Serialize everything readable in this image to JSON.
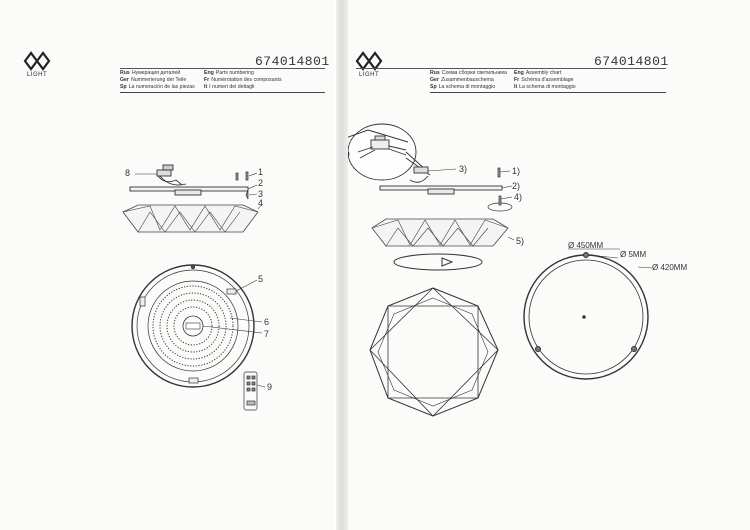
{
  "left_page": {
    "logo_text": "LIGHT",
    "model_number": "674014801",
    "languages": [
      {
        "code": "Rus",
        "text": "Нумерация деталей"
      },
      {
        "code": "Ger",
        "text": "Nummerierung der Teile"
      },
      {
        "code": "Sp",
        "text": "La numeración de las piezas"
      },
      {
        "code": "Eng",
        "text": "Parts numbering"
      },
      {
        "code": "Fr",
        "text": "Numérotation des composants"
      },
      {
        "code": "It",
        "text": "I numeri dei dettagli"
      }
    ],
    "callouts": [
      "8",
      "1",
      "2",
      "3",
      "4",
      "5",
      "6",
      "7",
      "9"
    ]
  },
  "right_page": {
    "logo_text": "LIGHT",
    "model_number": "674014801",
    "languages": [
      {
        "code": "Rus",
        "text": "Схема сборки светильника"
      },
      {
        "code": "Ger",
        "text": "Zusammenbauschema"
      },
      {
        "code": "Sp",
        "text": "La schema di montaggio"
      },
      {
        "code": "Eng",
        "text": "Assembly chart"
      },
      {
        "code": "Fr",
        "text": "Schéma d'assemblage"
      },
      {
        "code": "It",
        "text": "La schema di montaggio"
      }
    ],
    "callouts": [
      "3)",
      "1)",
      "2)",
      "4)",
      "5)"
    ],
    "dimensions": [
      "Ø 450MM",
      "Ø 5MM",
      "Ø 420MM"
    ]
  }
}
